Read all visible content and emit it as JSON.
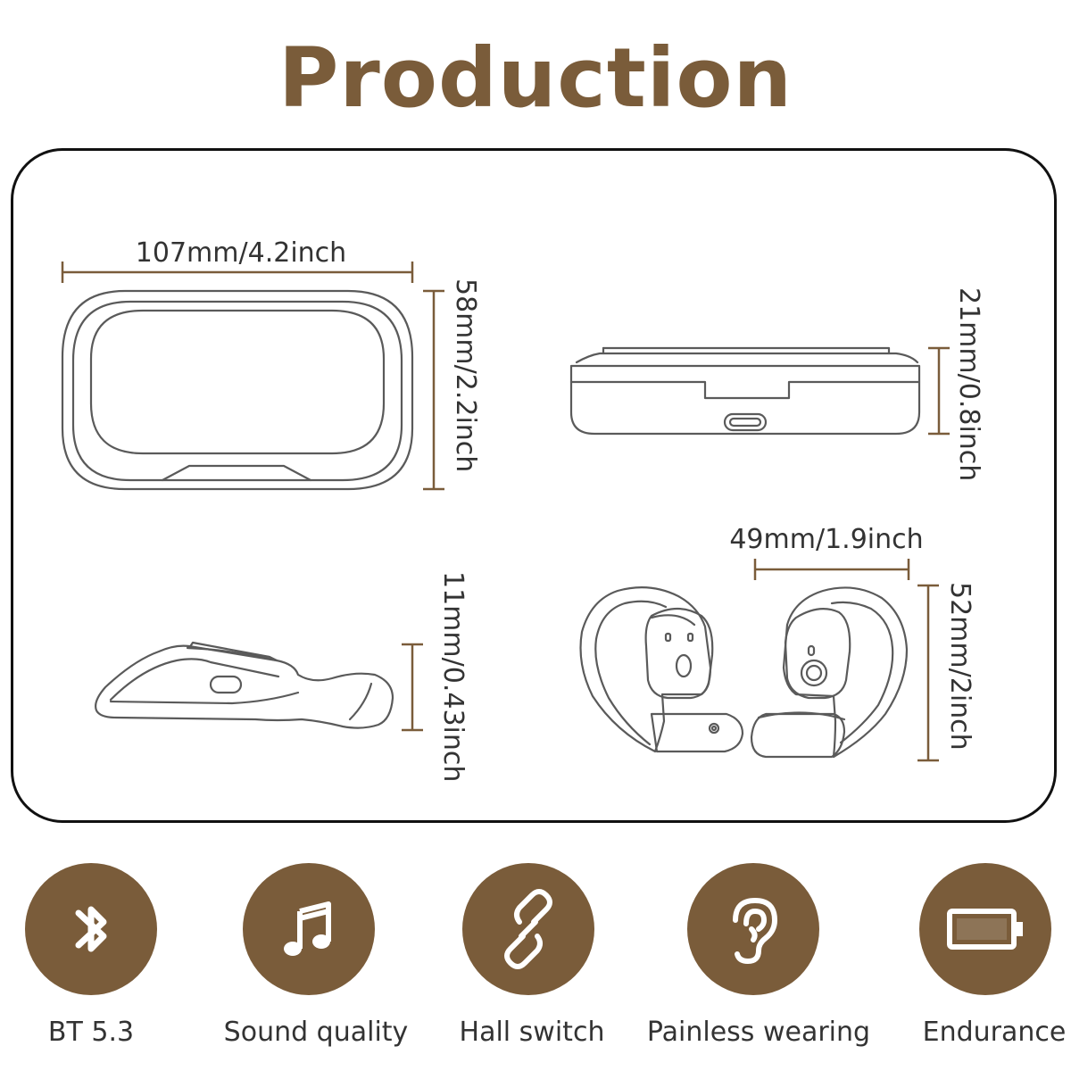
{
  "title": "Production information",
  "colors": {
    "accent": "#7a5c3a",
    "border": "#111111",
    "text": "#333333"
  },
  "dimensions": {
    "case_width": "107mm/4.2inch",
    "case_height": "58mm/2.2inch",
    "case_thickness": "21mm/0.8inch",
    "earbud_thickness": "11mm/0.43inch",
    "earbud_width": "49mm/1.9inch",
    "earbud_height": "52mm/2inch"
  },
  "features": [
    {
      "label": "BT 5.3",
      "icon": "bluetooth-icon"
    },
    {
      "label": "Sound quality",
      "icon": "music-note-icon"
    },
    {
      "label": "Hall switch",
      "icon": "link-icon"
    },
    {
      "label": "Painless wearing",
      "icon": "ear-icon"
    },
    {
      "label": "Endurance",
      "icon": "battery-icon"
    }
  ]
}
